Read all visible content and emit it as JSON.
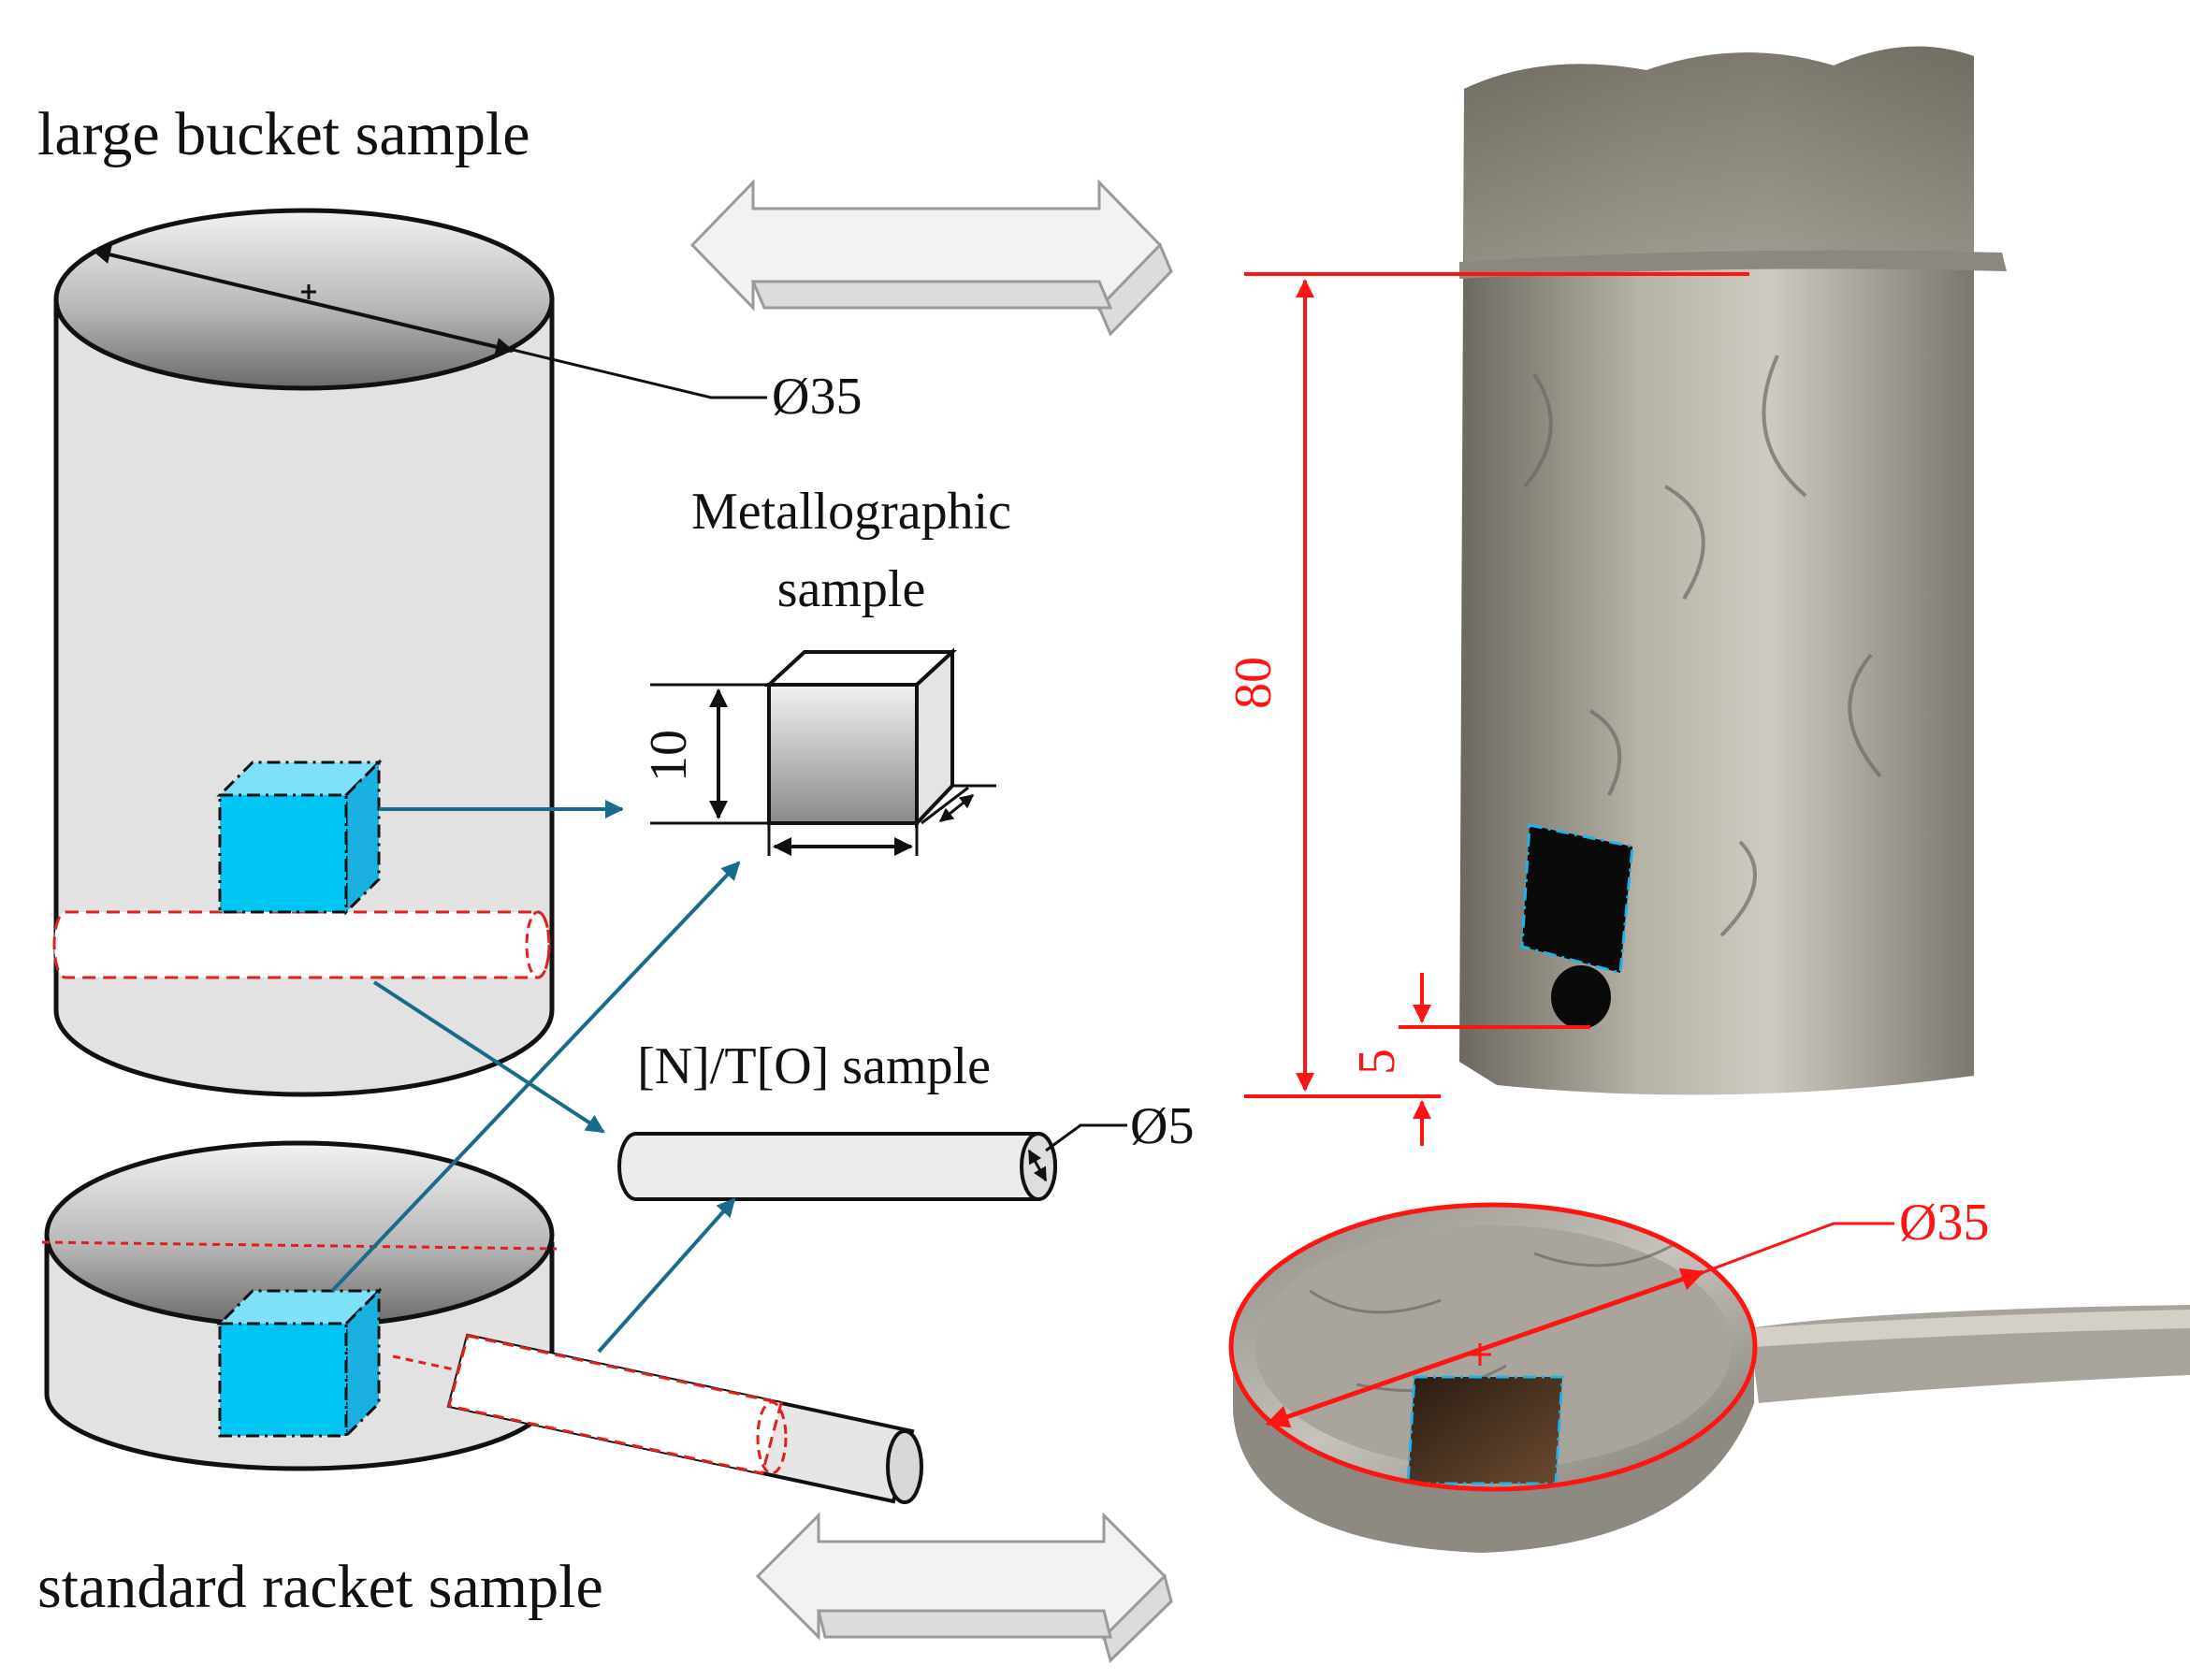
{
  "labels": {
    "large_bucket": "large bucket sample",
    "standard_racket": "standard racket sample",
    "metallographic_line1": "Metallographic",
    "metallographic_line2": "sample",
    "nto_sample": "[N]/T[O] sample"
  },
  "dimensions": {
    "bucket_diameter": "Ø35",
    "cube_size": "10",
    "rod_diameter": "Ø5",
    "photo_height": "80",
    "photo_offset": "5",
    "racket_diameter": "Ø35"
  },
  "colors": {
    "sample_cube": "#00c4f2",
    "arrow": "#1a6a8c",
    "dimension_red": "#ff1414",
    "cylinder_body": "#e2e2e2"
  }
}
